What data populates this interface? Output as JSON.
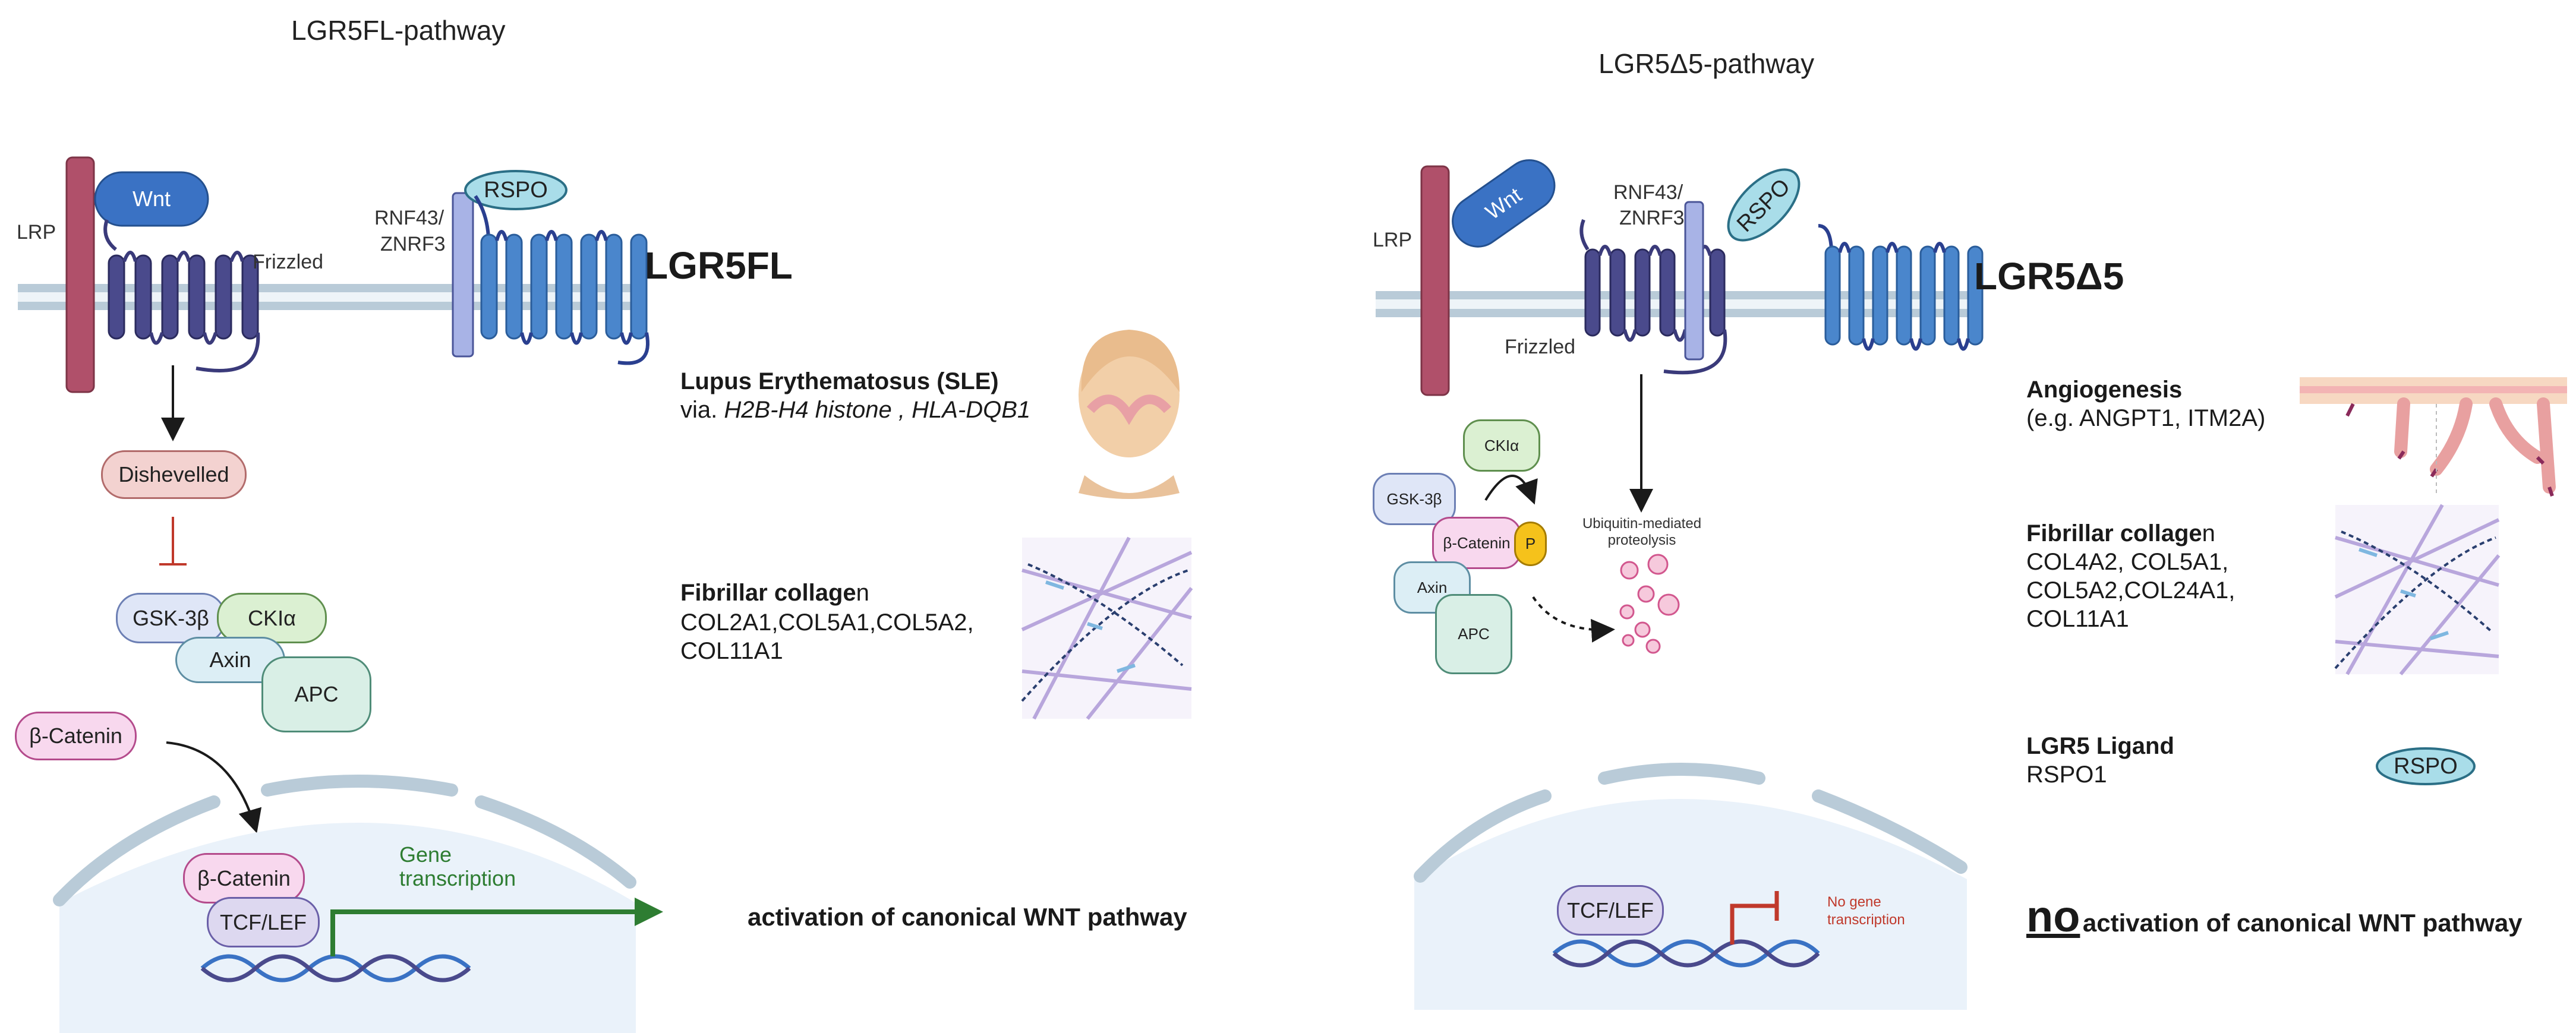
{
  "left_panel": {
    "title": "LGR5FL-pathway",
    "receptor_label": "LGR5FL",
    "lrp_label": "LRP",
    "wnt_label": "Wnt",
    "frizzled_label": "Frizzled",
    "rnf_label_line1": "RNF43/",
    "rnf_label_line2": "ZNRF3",
    "rspo_label": "RSPO",
    "dishevelled_label": "Dishevelled",
    "gsk_label": "GSK-3β",
    "ck_label": "CKIα",
    "axin_label": "Axin",
    "apc_label": "APC",
    "catenin_label": "β-Catenin",
    "nuclear_catenin_label": "β-Catenin",
    "tcf_label": "TCF/LEF",
    "gene_transcription_line1": "Gene",
    "gene_transcription_line2": "transcription",
    "sle_title": "Lupus Erythematosus (SLE)",
    "sle_via": "via. ",
    "sle_genes": "H2B-H4 histone , HLA-DQB1",
    "collagen_title": "Fibrillar collage",
    "collagen_title_suffix": "n",
    "collagen_genes_line1": "COL2A1,COL5A1,COL5A2,",
    "collagen_genes_line2": "COL11A1",
    "activation": "activation of canonical WNT pathway"
  },
  "right_panel": {
    "title": "LGR5Δ5-pathway",
    "receptor_label": "LGR5Δ5",
    "lrp_label": "LRP",
    "wnt_label": "Wnt",
    "frizzled_label": "Frizzled",
    "rnf_label_line1": "RNF43/",
    "rnf_label_line2": "ZNRF3",
    "rspo_label": "RSPO",
    "ck_label": "CKIα",
    "gsk_label": "GSK-3β",
    "catenin_label": "β-Catenin",
    "p_label": "P",
    "axin_label": "Axin",
    "apc_label": "APC",
    "proteolysis_line1": "Ubiquitin-mediated",
    "proteolysis_line2": "proteolysis",
    "tcf_label": "TCF/LEF",
    "no_gene_line1": "No gene",
    "no_gene_line2": "transcription",
    "angio_title": "Angiogenesis",
    "angio_genes": "(e.g. ANGPT1, ITM2A)",
    "collagen_title": "Fibrillar collage",
    "collagen_title_suffix": "n",
    "collagen_genes_line1": "COL4A2, COL5A1,",
    "collagen_genes_line2": "COL5A2,COL24A1,",
    "collagen_genes_line3": "COL11A1",
    "ligand_title": "LGR5 Ligand",
    "ligand_value": "RSPO1",
    "ligand_rspo": "RSPO",
    "no_word": "no",
    "no_activation": "activation of canonical WNT pathway"
  },
  "colors": {
    "membrane": "#b9cbd8",
    "lrp": "#b0506a",
    "wnt": "#3a72c4",
    "frizzled": "#4a4a8c",
    "lgr5": "#4a86cc",
    "rspo": "#a9dde9",
    "dishevelled": "#f3d2d0",
    "gsk": "#dfe6f7",
    "ck": "#dbf0d2",
    "axin": "#dceef5",
    "apc": "#d9efe6",
    "catenin": "#f8d8ee",
    "tcf": "#ddd8f0",
    "nucleus": "#eaf2fa",
    "gene_arrow": "#2e7d32",
    "inhibit_red": "#c0392b"
  }
}
